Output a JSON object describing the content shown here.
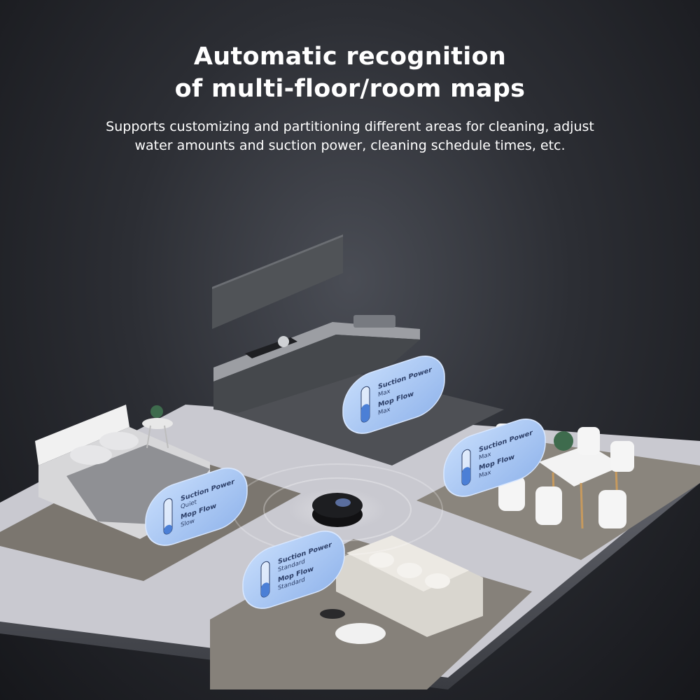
{
  "header": {
    "title_line1": "Automatic recognition",
    "title_line2": "of multi-floor/room maps",
    "subtitle": "Supports customizing and partitioning different areas for cleaning, adjust water amounts and suction power, cleaning schedule times, etc."
  },
  "rooms": [
    {
      "name": "kitchen",
      "suction_label": "Suction Power",
      "suction_value": "Max",
      "mop_label": "Mop Flow",
      "mop_value": "Max",
      "level": 0.5
    },
    {
      "name": "dining",
      "suction_label": "Suction Power",
      "suction_value": "Max",
      "mop_label": "Mop Flow",
      "mop_value": "Max",
      "level": 0.5
    },
    {
      "name": "bedroom",
      "suction_label": "Suction Power",
      "suction_value": "Quiet",
      "mop_label": "Mop Flow",
      "mop_value": "Slow",
      "level": 0.25
    },
    {
      "name": "living",
      "suction_label": "Suction Power",
      "suction_value": "Standard",
      "mop_label": "Mop Flow",
      "mop_value": "Standard",
      "level": 0.4
    }
  ],
  "colors": {
    "bubble_fill": "#a9c8f5",
    "bubble_text": "#2b3d66",
    "accent_level": "#4b7fd6"
  }
}
